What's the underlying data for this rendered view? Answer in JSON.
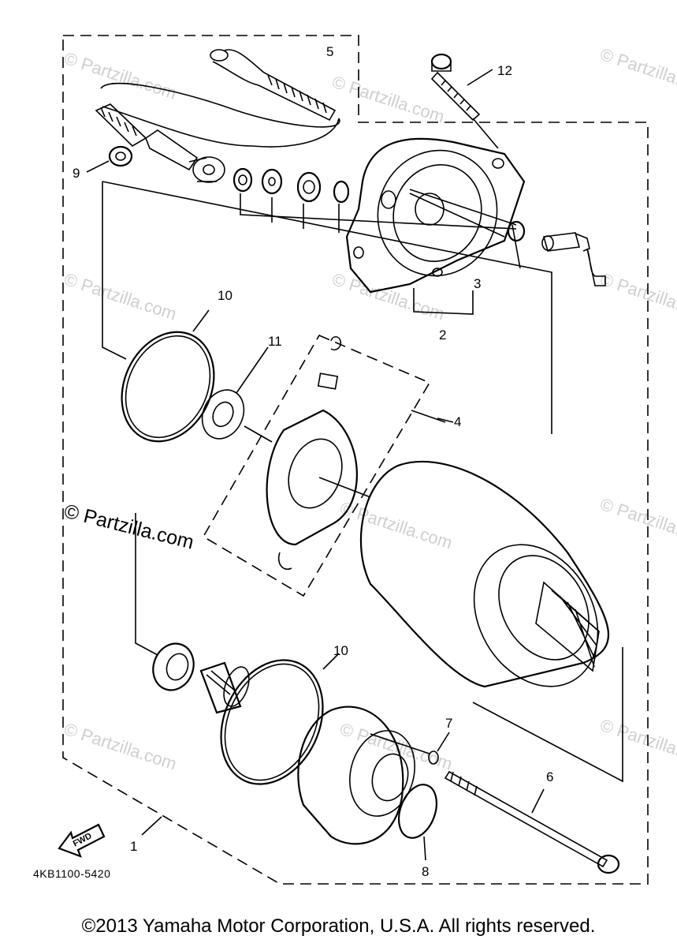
{
  "callouts": {
    "c1": "1",
    "c2": "2",
    "c3": "3",
    "c4": "4",
    "c5": "5",
    "c6": "6",
    "c7": "7",
    "c8": "8",
    "c9": "9",
    "c10a": "10",
    "c10b": "10",
    "c11": "11",
    "c12": "12"
  },
  "watermark": {
    "main": "© Partzilla.com",
    "faint": "© Partzilla.com"
  },
  "fwd_label": "FWD",
  "diagram_code": "4KB1100-5420",
  "copyright": "©2013  Yamaha Motor Corporation, U.S.A. All rights reserved.",
  "colors": {
    "line": "#000000",
    "watermark": "#cfcfcf",
    "background": "#ffffff"
  }
}
